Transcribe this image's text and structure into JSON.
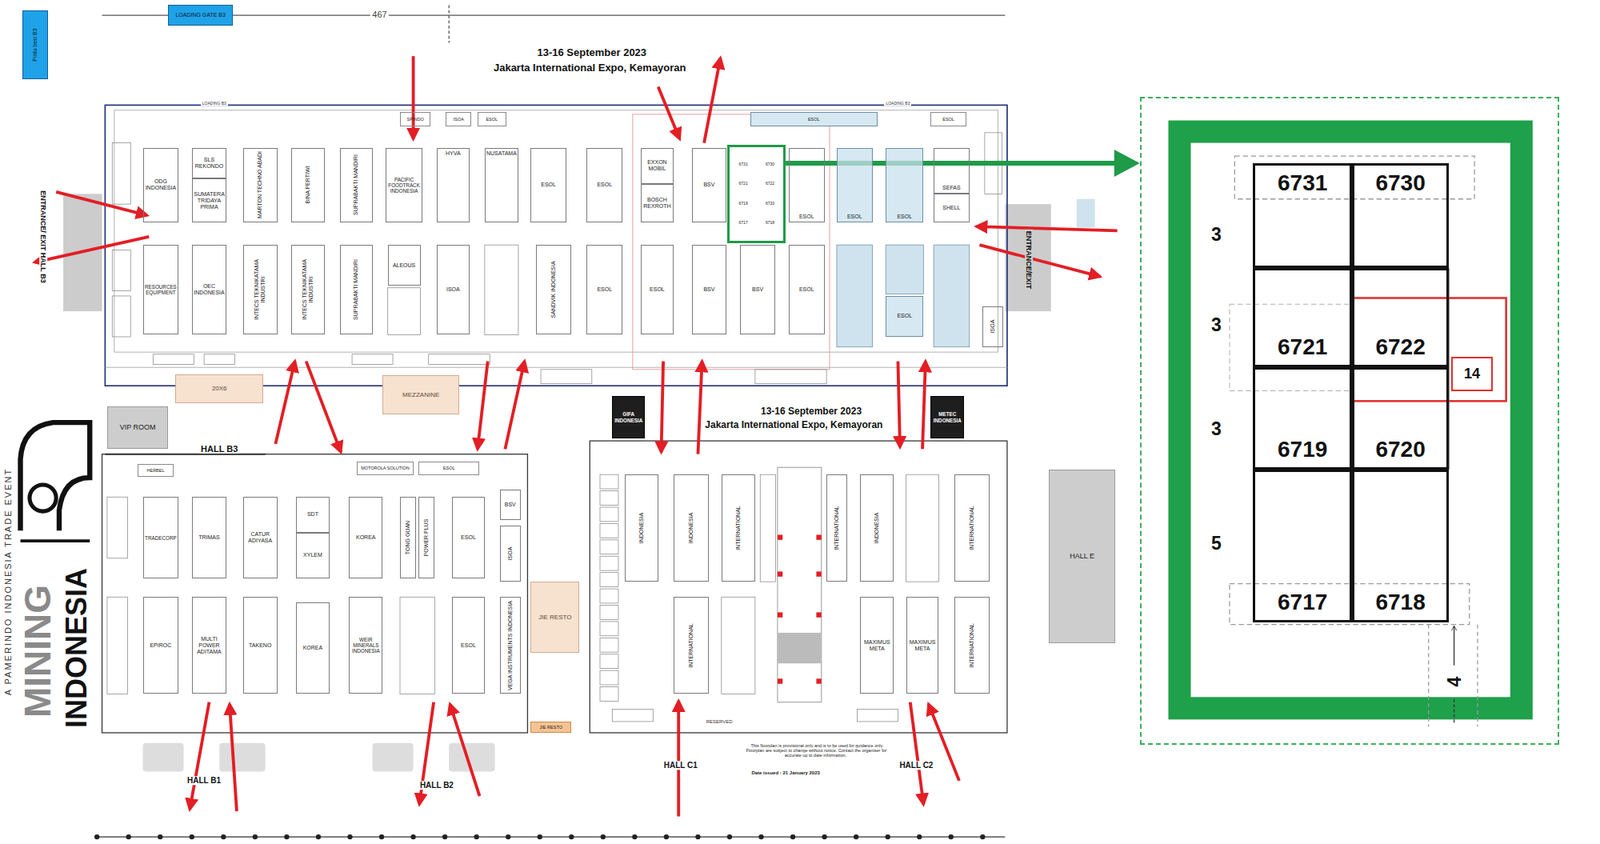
{
  "diagram": {
    "nodes": [
      {
        "text": [
          "LOADING GATE B3"
        ]
      },
      {
        "text": [
          "Pintu besi B3"
        ]
      },
      {
        "text": [
          "SPINDO"
        ]
      },
      {
        "text": [
          "ISOA"
        ]
      },
      {
        "text": [
          "ESOL"
        ]
      },
      {
        "text": [
          "ESOL"
        ]
      },
      {
        "text": [
          "ESOL"
        ]
      },
      {
        "text": [
          "ODG INDONESIA"
        ]
      },
      {
        "text": [
          "SLS REKONDO"
        ]
      },
      {
        "text": [
          "SUMATERA TRIDAYA PRIMA"
        ]
      },
      {
        "text": [
          "MARTON TECHNO ABADI"
        ]
      },
      {
        "text": [
          "BINA PERTIWI"
        ]
      },
      {
        "text": [
          "SUPRABAKTI MANDIRI"
        ]
      },
      {
        "text": [
          "PACIFIC FOODTRACK INDONESIA"
        ]
      },
      {
        "text": [
          "HYVA"
        ]
      },
      {
        "text": [
          "NUSATAMA"
        ]
      },
      {
        "text": [
          "ESOL"
        ]
      },
      {
        "text": [
          "ESOL"
        ]
      },
      {
        "text": [
          "EXXON MOBIL"
        ]
      },
      {
        "text": [
          "BOSCH REXROTH"
        ]
      },
      {
        "text": [
          "BSV"
        ]
      },
      {
        "text": [
          "6731",
          "6730",
          "6721",
          "6722",
          "6719",
          "6720",
          "6717",
          "6718"
        ]
      },
      {
        "text": [
          "ESOL"
        ]
      },
      {
        "text": [
          "ESOL"
        ]
      },
      {
        "text": [
          "ESOL"
        ]
      },
      {
        "text": [
          "SEFAS"
        ]
      },
      {
        "text": [
          "SHELL"
        ]
      },
      {
        "text": [
          "RESOURCES EQUIPMENT"
        ]
      },
      {
        "text": [
          "OEC INDONESIA"
        ]
      },
      {
        "text": [
          "INTECS TEKNIKATAMA INDUSTRI"
        ]
      },
      {
        "text": [
          "INTECS TEKNIKATAMA INDUSTRI"
        ]
      },
      {
        "text": [
          "SUPRABAKTI MANDIRI"
        ]
      },
      {
        "text": [
          "ALEOUS"
        ]
      },
      {
        "text": [
          "ISOA"
        ]
      },
      {
        "text": [
          "SANDVIK INDONESIA"
        ]
      },
      {
        "text": [
          "ESOL"
        ]
      },
      {
        "text": [
          "ESOL"
        ]
      },
      {
        "text": [
          "BSV"
        ]
      },
      {
        "text": [
          "BSV"
        ]
      },
      {
        "text": [
          "ESOL"
        ]
      },
      {
        "text": [
          "ESOL"
        ]
      },
      {
        "text": [
          "ISOA"
        ]
      },
      {
        "text": [
          "VIP ROOM"
        ]
      },
      {
        "text": [
          "20X6"
        ]
      },
      {
        "text": [
          "MEZZANINE"
        ]
      },
      {
        "text": [
          "GIFA",
          "INDONESIA"
        ]
      },
      {
        "text": [
          "METEC",
          "INDONESIA"
        ]
      },
      {
        "text": [
          "HALL E"
        ]
      },
      {
        "text": [
          "HERBEL"
        ]
      },
      {
        "text": [
          "MOTOROLA SOLUTION"
        ]
      },
      {
        "text": [
          "ESOL"
        ]
      },
      {
        "text": [
          "TRADECORP"
        ]
      },
      {
        "text": [
          "TRIMAS"
        ]
      },
      {
        "text": [
          "CATUR ADIYASA"
        ]
      },
      {
        "text": [
          "SDT"
        ]
      },
      {
        "text": [
          "XYLEM"
        ]
      },
      {
        "text": [
          "KOREA"
        ]
      },
      {
        "text": [
          "TONG GUAN"
        ]
      },
      {
        "text": [
          "POWER PLUS"
        ]
      },
      {
        "text": [
          "ESOL"
        ]
      },
      {
        "text": [
          "BSV"
        ]
      },
      {
        "text": [
          "ISOA"
        ]
      },
      {
        "text": [
          "EPIROC"
        ]
      },
      {
        "text": [
          "MULTI POWER ADITAMA"
        ]
      },
      {
        "text": [
          "TAKENO"
        ]
      },
      {
        "text": [
          "KOREA"
        ]
      },
      {
        "text": [
          "WEIR MINERALS INDONESIA"
        ]
      },
      {
        "text": [
          "ESOL"
        ]
      },
      {
        "text": [
          "VEGA INSTRUMENTS INDONESIA"
        ]
      },
      {
        "text": [
          "JIE RESTO"
        ]
      },
      {
        "text": [
          "JIE RESTO"
        ]
      },
      {
        "text": [
          "INDONESIA"
        ]
      },
      {
        "text": [
          "INDONESIA"
        ]
      },
      {
        "text": [
          "INTERNATIONAL"
        ]
      },
      {
        "text": [
          "INTERNATIONAL"
        ]
      },
      {
        "text": [
          "INDONESIA"
        ]
      },
      {
        "text": [
          "INTERNATIONAL"
        ]
      },
      {
        "text": [
          "INTERNATIONAL"
        ]
      },
      {
        "text": [
          "MAXIMUS META"
        ]
      },
      {
        "text": [
          "MAXIMUS META"
        ]
      },
      {
        "text": [
          "INTERNATIONAL"
        ]
      },
      {
        "text": [
          "3",
          "3",
          "3",
          "5",
          "4"
        ]
      },
      {
        "text": [
          "6731"
        ],
        "in": 81
      },
      {
        "text": [
          "6730"
        ],
        "in": 81
      },
      {
        "text": [
          "6721"
        ],
        "in": 81
      },
      {
        "text": [
          "6722"
        ],
        "in": 81
      },
      {
        "text": [
          "6719"
        ],
        "in": 81
      },
      {
        "text": [
          "6720"
        ],
        "in": 81
      },
      {
        "text": [
          "6717"
        ],
        "in": 81
      },
      {
        "text": [
          "6718"
        ],
        "in": 81
      },
      {
        "text": [
          "14"
        ],
        "in": 81
      }
    ],
    "edges": [
      {
        "from": 21,
        "to": 81,
        "arrow": "to"
      }
    ],
    "labels": [
      "467",
      "13-16 September 2023",
      "Jakarta International Expo, Kemayoran",
      "13-16 September 2023",
      "Jakarta International Expo, Kemayoran",
      "HALL B3",
      "HALL B1",
      "HALL B2",
      "HALL C1",
      "HALL C2",
      "ENTRANCE/ EXIT HALL B3",
      "ENTRANCE/EXIT",
      "A PAMERINDO INDONESIA TRADE EVENT",
      "MINING",
      "INDONESIA",
      "This floorplan is provisional only and is to be used for guidance only. Floorplan are subject to change without notice. Contact the organiser for accurate up to date information.",
      "Date issued : 21 January 2023",
      "LOADING B3",
      "LOADING B3",
      "RESERVED"
    ]
  }
}
